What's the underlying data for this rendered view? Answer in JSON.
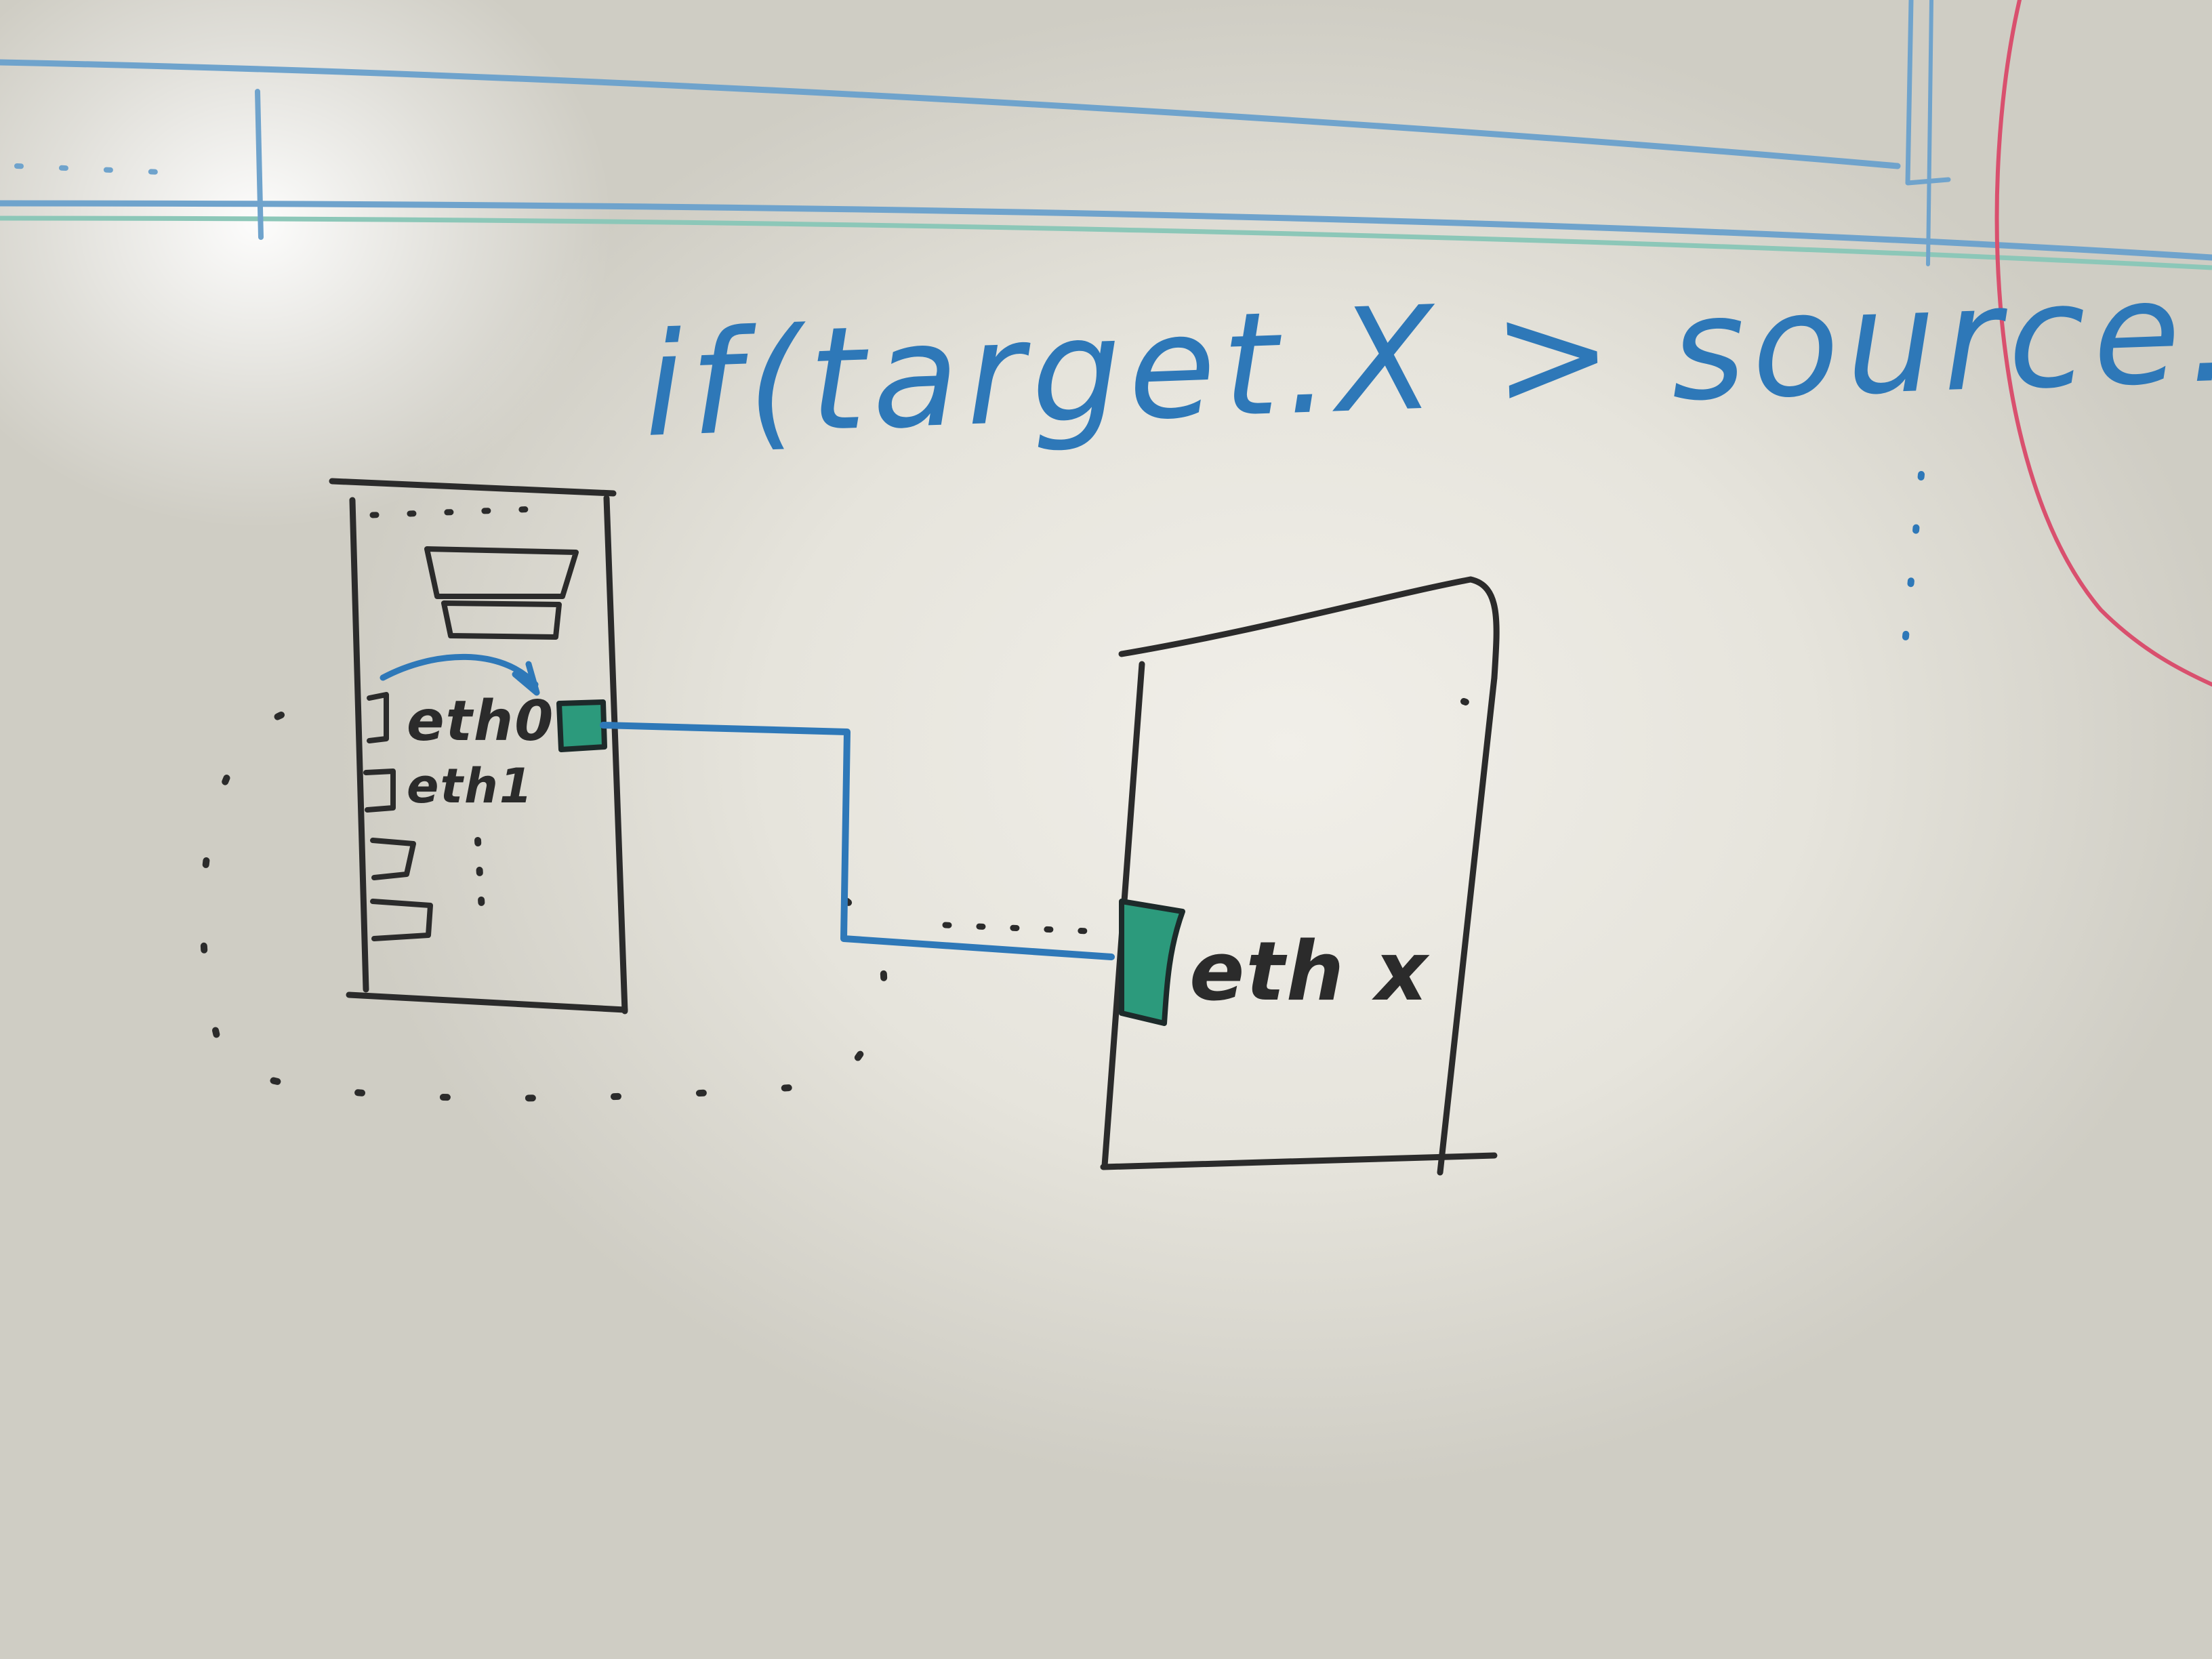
{
  "whiteboard": {
    "condition_text": "if(target.X > source.X)",
    "left_device": {
      "port_labels": [
        "eth0",
        "eth1"
      ]
    },
    "right_device": {
      "port_label": "eth x"
    }
  },
  "colors": {
    "blue_marker": "#2e78b8",
    "black_marker": "#2b2b2b",
    "green_marker": "#2c9a7c",
    "red_marker": "#d9506e",
    "board": "#e6e4dc"
  }
}
